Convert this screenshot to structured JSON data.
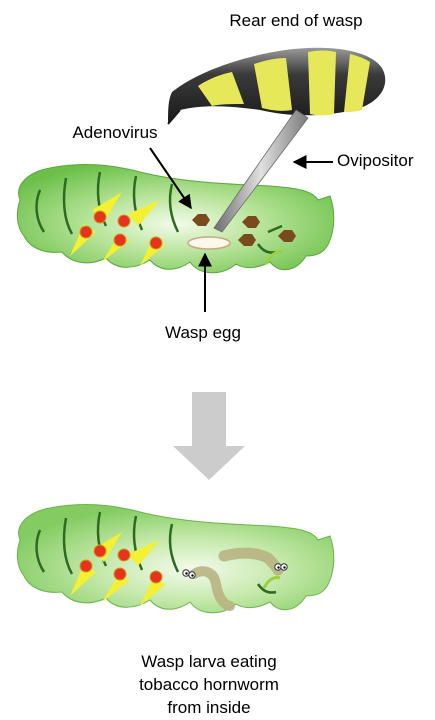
{
  "labels": {
    "wasp_rear": "Rear end of wasp",
    "adenovirus": "Adenovirus",
    "ovipositor": "Ovipositor",
    "wasp_egg": "Wasp egg",
    "caption_line1": "Wasp larva eating",
    "caption_line2": "tobacco hornworm",
    "caption_line3": "from inside"
  },
  "colors": {
    "caterpillar_body": "#7ecb5a",
    "caterpillar_light": "#c8ecb0",
    "wasp_dark": "#3a3a3a",
    "wasp_stripe": "#e6e85a",
    "red_spot": "#e8321e",
    "yellow_flash": "#f4f032",
    "virus_brown": "#7a4a1c",
    "larva": "#b9b383",
    "arrow_gray": "#cccccc"
  },
  "icons": {
    "wasp": "wasp-abdomen-icon",
    "caterpillar": "caterpillar-icon",
    "virus": "hexagon-virus-icon",
    "transition": "down-arrow-icon"
  }
}
